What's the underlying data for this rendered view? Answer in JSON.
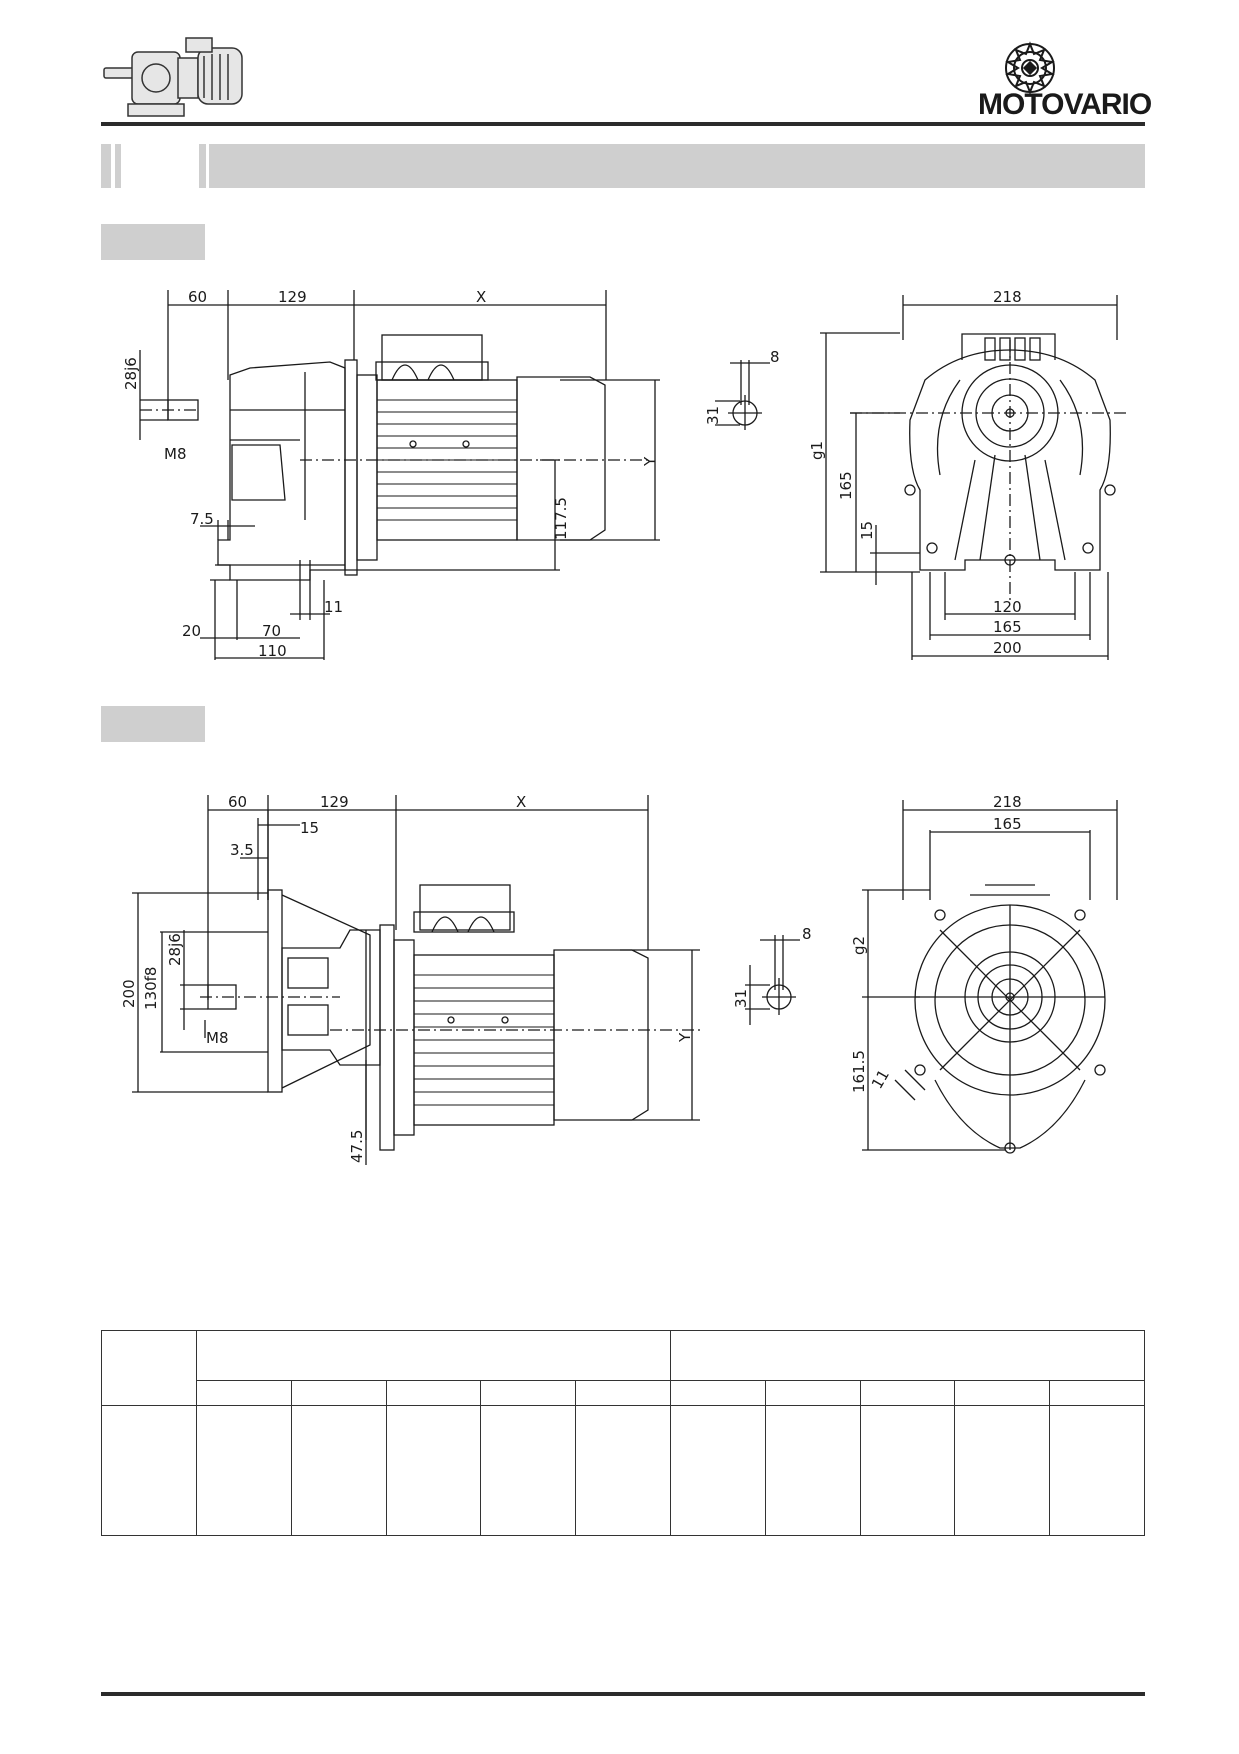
{
  "brand": {
    "name": "MOTOVARIO"
  },
  "drawings": {
    "view1_side": {
      "dims": {
        "d60": "60",
        "d129": "129",
        "dX": "X",
        "dY": "Y",
        "shaft": "28j6",
        "thread": "M8",
        "d7_5": "7.5",
        "d117_5": "117.5",
        "d20": "20",
        "d70": "70",
        "d11": "11",
        "d110": "110"
      }
    },
    "view1_key": {
      "dims": {
        "d8": "8",
        "d31": "31"
      }
    },
    "view1_front": {
      "dims": {
        "d218": "218",
        "g1": "g1",
        "d165": "165",
        "d15": "15",
        "d120": "120",
        "d165b": "165",
        "d200": "200"
      }
    },
    "view2_side": {
      "dims": {
        "d60": "60",
        "d129": "129",
        "dX": "X",
        "d15": "15",
        "d3_5": "3.5",
        "d200": "200",
        "flange": "130f8",
        "shaft": "28j6",
        "thread": "M8",
        "d47_5": "47.5",
        "dY": "Y"
      }
    },
    "view2_key": {
      "dims": {
        "d8": "8",
        "d31": "31"
      }
    },
    "view2_front": {
      "dims": {
        "d218": "218",
        "d165": "165",
        "g2": "g2",
        "d161_5": "161.5",
        "d11": "11"
      }
    }
  },
  "table": {
    "columns_group_a": 5,
    "columns_group_b": 5
  }
}
